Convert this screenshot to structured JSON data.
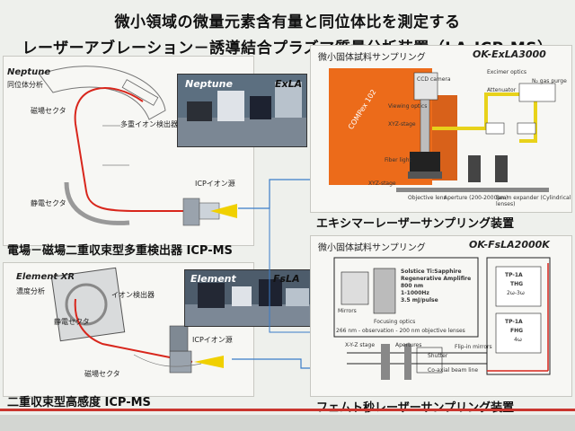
{
  "title": {
    "line1": "微小領域の微量元素含有量と同位体比を測定する",
    "line2": "レーザーアブレーション－誘導結合プラズマ質量分析装置（LA-ICP-MS）"
  },
  "neptune": {
    "name": "Neptune",
    "subtitle": "同位体分析",
    "magnet_sector": "磁場セクタ",
    "multi_ion_detector": "多重イオン検出器",
    "esa": "静電セクタ",
    "icp_source": "ICPイオン源",
    "caption": "電場－磁場二重収束型多重検出器 ICP-MS"
  },
  "element_xr": {
    "name": "Element XR",
    "subtitle": "濃度分析",
    "ion_detector": "イオン検出器",
    "esa": "静電セクタ",
    "magnet_sector": "磁場セクタ",
    "icp_source": "ICPイオン源",
    "caption": "二重収束型高感度 ICP-MS"
  },
  "photos": {
    "neptune_photo": "Neptune",
    "exla_photo": "ExLA",
    "element_photo": "Element",
    "fsla_photo": "FsLA"
  },
  "exla": {
    "header": "微小固体試料サンプリング",
    "model": "OK-ExLA3000",
    "ccd_camera": "CCD camera",
    "excimer_optics": "Excimer optics",
    "attenuator": "Attenuator",
    "n2_gas": "N₂ gas purge",
    "viewing_optics": "Viewing optics",
    "compex": "COMPex 102",
    "xyz_stage_upper": "XYZ-stage",
    "fiber_light": "Fiber light",
    "xyz_stage": "XYZ-stage",
    "objective_lens": "Objective lens",
    "aperture": "Aperture (200-2000μm)",
    "beam_expander": "Beam expander (Cylindrical lenses)",
    "caption": "エキシマーレーザーサンプリング装置"
  },
  "fsla": {
    "header": "微小固体試料サンプリング",
    "model": "OK-FsLA2000K",
    "laser_line1": "Solstice Ti:Sapphire",
    "laser_line2": "Regenerative Amplifire",
    "laser_line3": "800 nm",
    "laser_line4": "1-1000Hz",
    "laser_line5": "3.5 mJ/pulse",
    "mirrors": "Mirrors",
    "focusing_optics": "Focusing optics",
    "lens_line": "266 nm - observation - 200 nm objective lenses",
    "xy_stage": "X-Y-Z stage",
    "apertures": "Apertures",
    "shutter": "Shutter",
    "flip_mirrors": "Flip-in mirrors",
    "coaxial": "Co-axial beam line",
    "thg_line1": "TP-1A",
    "thg_line2": "THG",
    "thg_line3": "2ω-3ω",
    "fhg_line1": "TP-1A",
    "fhg_line2": "FHG",
    "fhg_line3": "4ω",
    "caption": "フェムト秒レーザーサンプリング装置"
  },
  "colors": {
    "orange": "#ec6b1a",
    "beam_red": "#d8261c",
    "beam_yellow": "#e8d21a",
    "connector_blue": "#3a7cc8"
  }
}
